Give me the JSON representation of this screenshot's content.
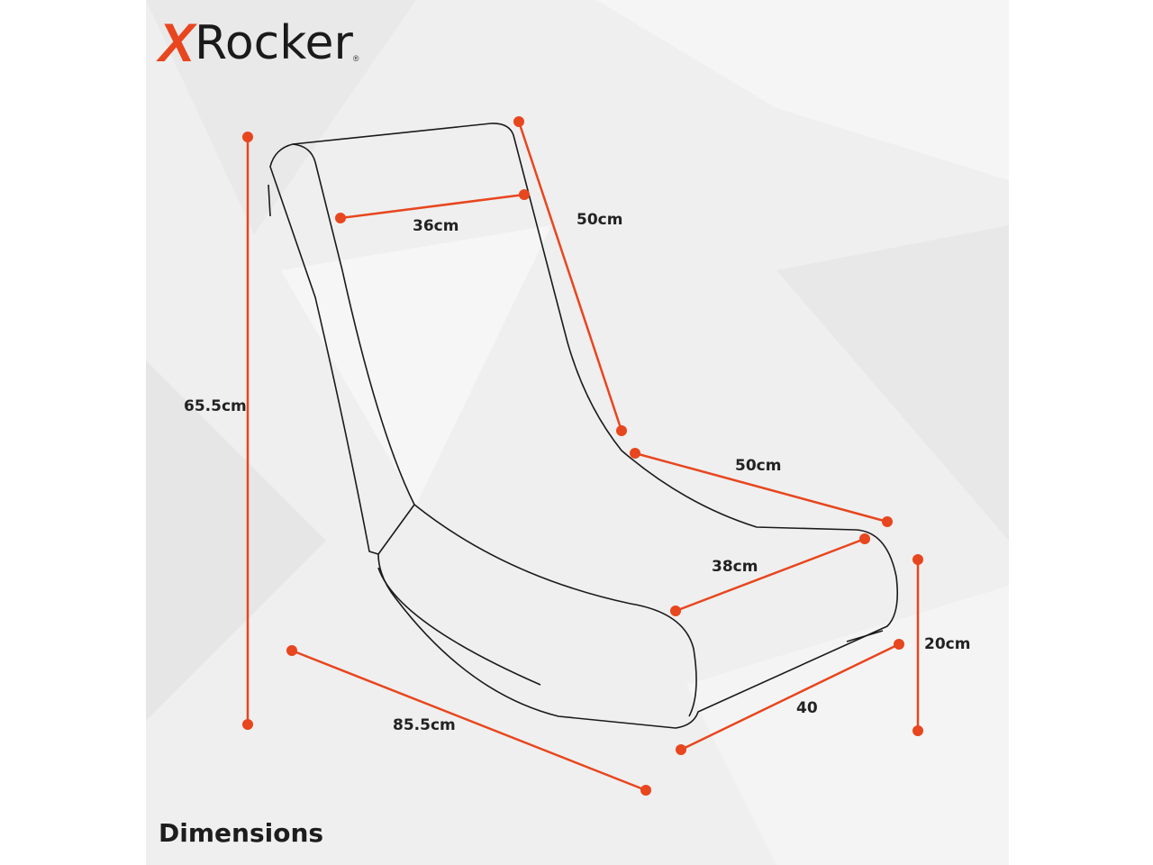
{
  "brand": {
    "logo_x": "X",
    "logo_rest": "Rocker",
    "trademark": "®"
  },
  "title": "Dimensions",
  "colors": {
    "accent": "#e8461e",
    "outline": "#1a1a1a",
    "background": "#efefef"
  },
  "dimensions": {
    "total_height": "65.5cm",
    "backrest_width": "36cm",
    "backrest_length": "50cm",
    "seat_length": "50cm",
    "seat_width": "38cm",
    "seat_height": "20cm",
    "base_width": "40",
    "total_length": "85.5cm"
  }
}
